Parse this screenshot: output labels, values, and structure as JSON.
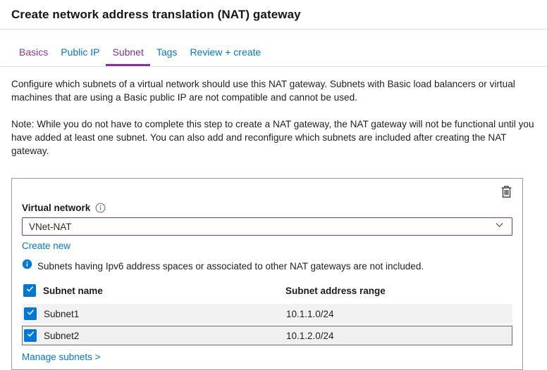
{
  "page": {
    "title": "Create network address translation (NAT) gateway"
  },
  "tabs": [
    {
      "label": "Basics",
      "state": "visited"
    },
    {
      "label": "Public IP",
      "state": "normal"
    },
    {
      "label": "Subnet",
      "state": "active"
    },
    {
      "label": "Tags",
      "state": "normal"
    },
    {
      "label": "Review + create",
      "state": "normal"
    }
  ],
  "intro": {
    "paragraph1": "Configure which subnets of a virtual network should use this NAT gateway. Subnets with Basic load balancers or virtual machines that are using a Basic public IP are not compatible and cannot be used.",
    "paragraph2": "Note: While you do not have to complete this step to create a NAT gateway, the NAT gateway will not be functional until you have added at least one subnet. You can also add and reconfigure which subnets are included after creating the NAT gateway."
  },
  "panel": {
    "virtual_network": {
      "label": "Virtual network",
      "selected_value": "VNet-NAT",
      "create_new_label": "Create new"
    },
    "info_message": "Subnets having Ipv6 address spaces or associated to other NAT gateways are not included.",
    "subnet_table": {
      "columns": [
        "Subnet name",
        "Subnet address range"
      ],
      "select_all_checked": true,
      "rows": [
        {
          "name": "Subnet1",
          "address_range": "10.1.1.0/24",
          "checked": true,
          "focused": false
        },
        {
          "name": "Subnet2",
          "address_range": "10.1.2.0/24",
          "checked": true,
          "focused": true
        }
      ]
    },
    "manage_subnets_label": "Manage subnets >"
  },
  "icons": {
    "delete": "trash-icon",
    "virtual_network_help": "info-outline-icon",
    "notice": "info-filled-icon",
    "dropdown": "chevron-down-icon",
    "checked": "checkmark-icon"
  },
  "colors": {
    "accent_blue": "#0078d4",
    "active_tab_purple": "#8a2da5",
    "visited_tab_purple": "#8f3a9b",
    "checkbox_blue": "#0078d4",
    "row_background": "#f2f2f2",
    "panel_border": "#9d9b99",
    "focused_row_border": "#6a6a6a"
  }
}
